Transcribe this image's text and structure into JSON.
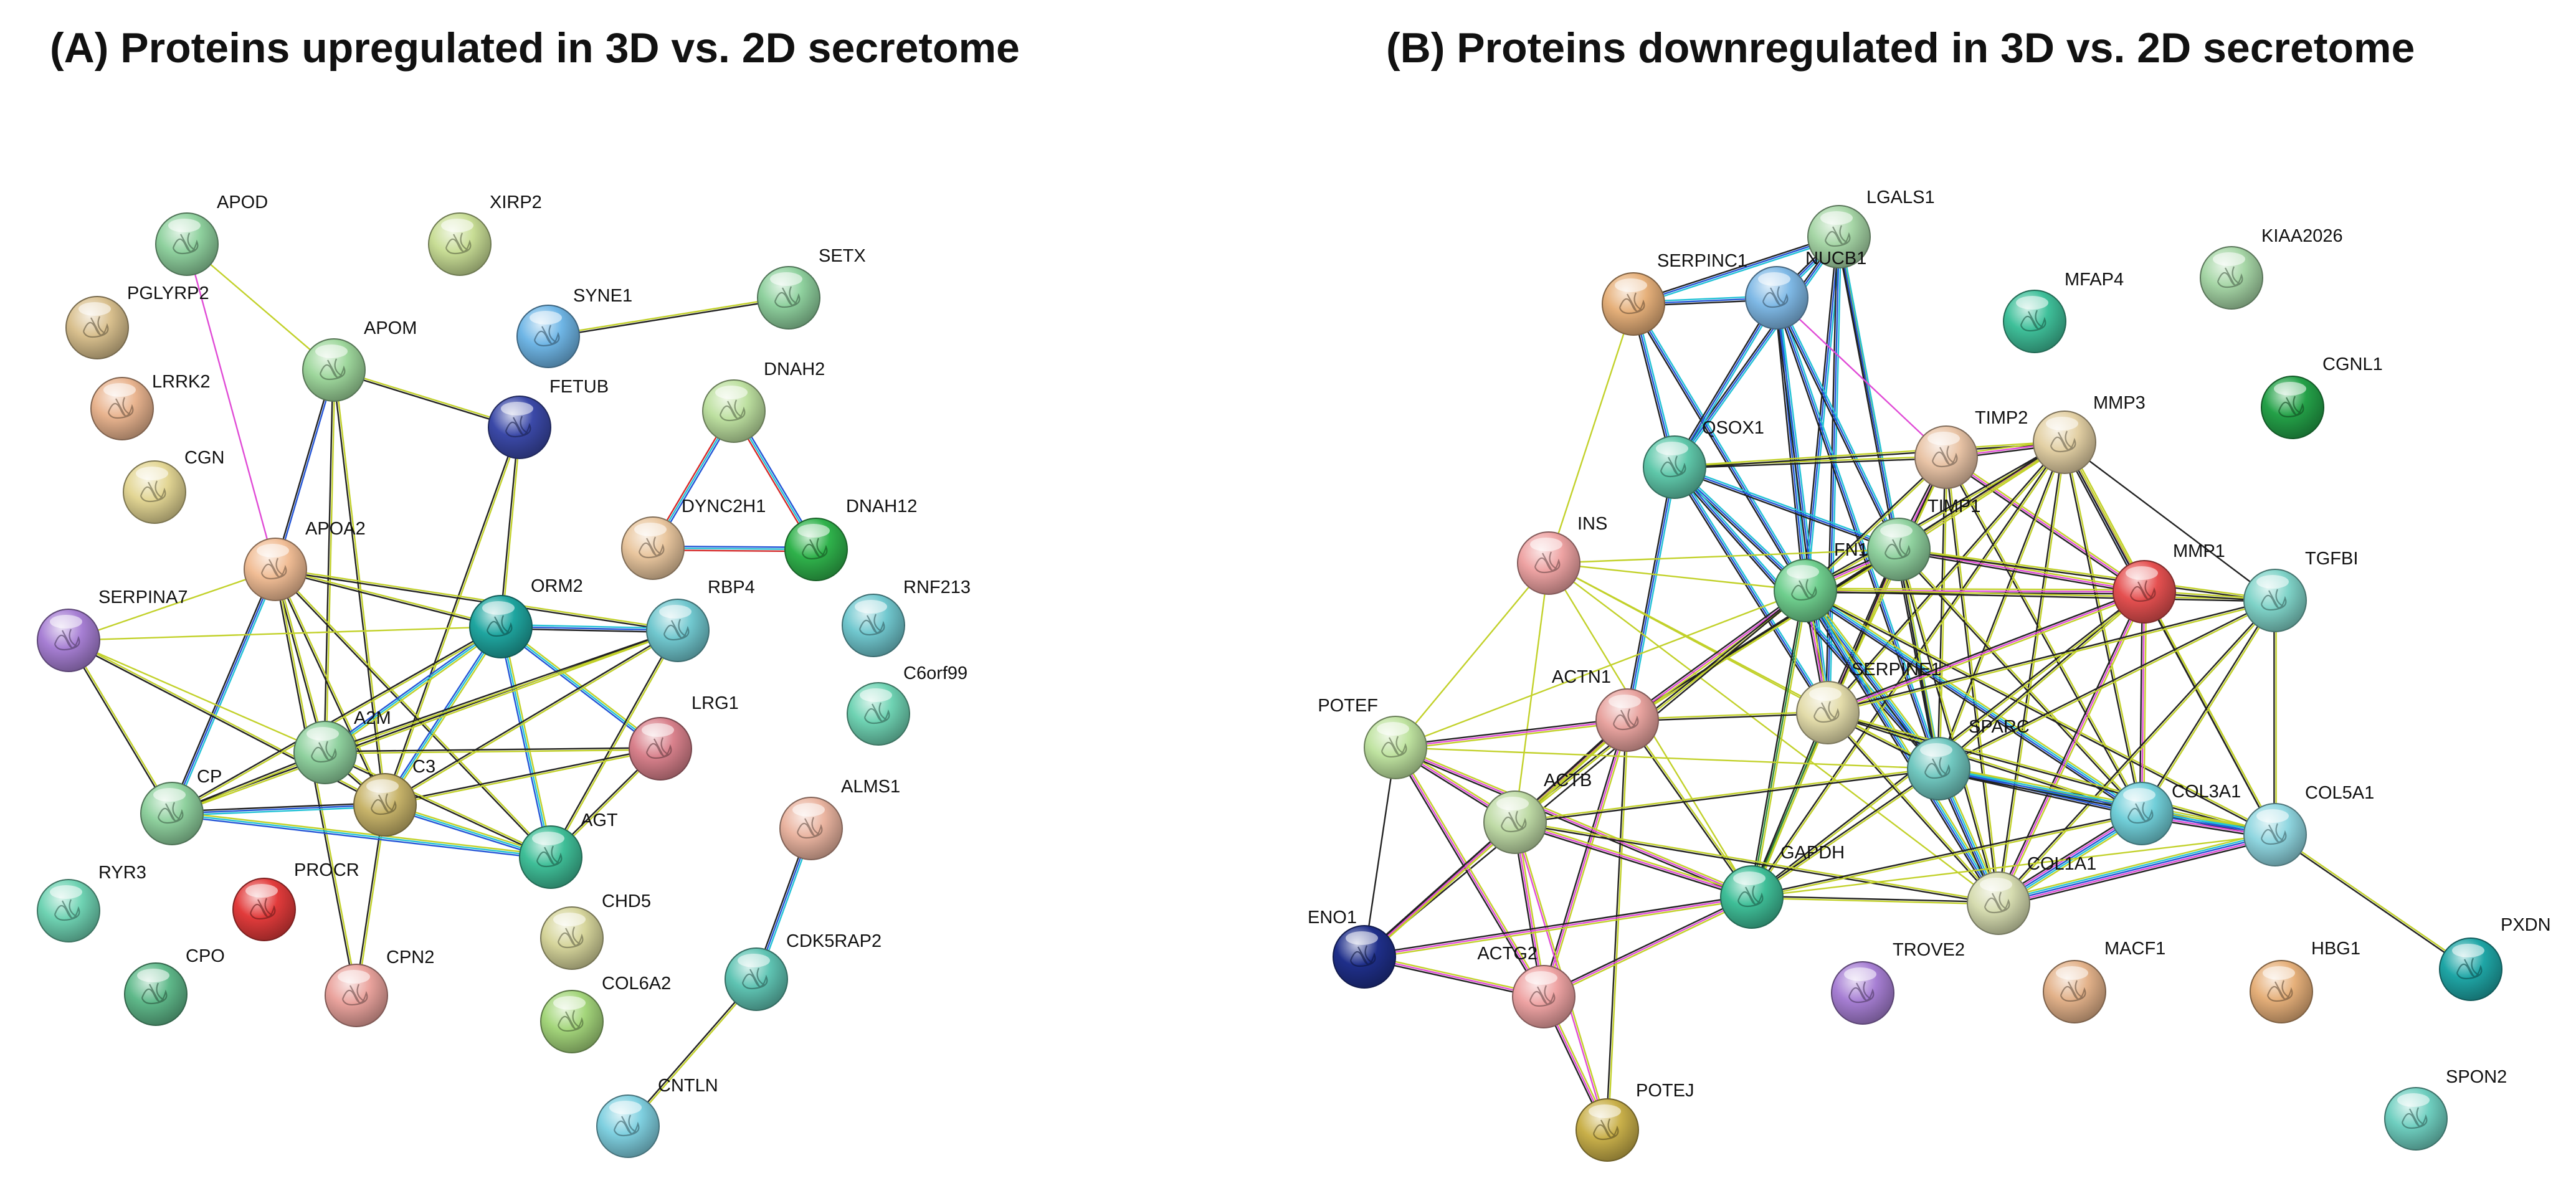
{
  "panels": [
    {
      "id": "A",
      "title": "(A) Proteins upregulated in 3D vs. 2D secretome",
      "nodes": [
        {
          "name": "APOD",
          "color": "#8fd19e"
        },
        {
          "name": "XIRP2",
          "color": "#c8dd95"
        },
        {
          "name": "SETX",
          "color": "#8fd19e"
        },
        {
          "name": "PGLYRP2",
          "color": "#d9c08e"
        },
        {
          "name": "SYNE1",
          "color": "#6fb6e6"
        },
        {
          "name": "APOM",
          "color": "#9ed79c"
        },
        {
          "name": "DNAH2",
          "color": "#bde0a0"
        },
        {
          "name": "LRRK2",
          "color": "#e9b48f"
        },
        {
          "name": "FETUB",
          "color": "#3b49a8"
        },
        {
          "name": "CGN",
          "color": "#e3d694"
        },
        {
          "name": "DYNC2H1",
          "color": "#e9c69e"
        },
        {
          "name": "DNAH12",
          "color": "#2fb24b"
        },
        {
          "name": "APOA2",
          "color": "#f1bd95"
        },
        {
          "name": "SERPINA7",
          "color": "#a77fd4"
        },
        {
          "name": "ORM2",
          "color": "#1fa6a0"
        },
        {
          "name": "RBP4",
          "color": "#71c8cf"
        },
        {
          "name": "RNF213",
          "color": "#71c8cf"
        },
        {
          "name": "C6orf99",
          "color": "#6fd3b3"
        },
        {
          "name": "LRG1",
          "color": "#d9818c"
        },
        {
          "name": "A2M",
          "color": "#8fd19e"
        },
        {
          "name": "C3",
          "color": "#c8b46a"
        },
        {
          "name": "CP",
          "color": "#8fd19e"
        },
        {
          "name": "AGT",
          "color": "#3fbf98"
        },
        {
          "name": "ALMS1",
          "color": "#eab4a0"
        },
        {
          "name": "RYR3",
          "color": "#6fd3b3"
        },
        {
          "name": "PROCR",
          "color": "#e23b3b"
        },
        {
          "name": "CPN2",
          "color": "#eaa39d"
        },
        {
          "name": "CHD5",
          "color": "#d6d59b"
        },
        {
          "name": "CDK5RAP2",
          "color": "#5fc4b3"
        },
        {
          "name": "CPO",
          "color": "#5fb98a"
        },
        {
          "name": "COL6A2",
          "color": "#a4d67b"
        },
        {
          "name": "CNTLN",
          "color": "#7fd0e0"
        }
      ]
    },
    {
      "id": "B",
      "title": "(B) Proteins downregulated in 3D vs. 2D secretome",
      "nodes": [
        {
          "name": "LGALS1",
          "color": "#a6d6a6"
        },
        {
          "name": "SERPINC1",
          "color": "#e6b07a"
        },
        {
          "name": "NUCB1",
          "color": "#7fb9e6"
        },
        {
          "name": "KIAA2026",
          "color": "#a6d6a6"
        },
        {
          "name": "MFAP4",
          "color": "#3fc09a"
        },
        {
          "name": "CGNL1",
          "color": "#24a148"
        },
        {
          "name": "QSOX1",
          "color": "#5fc8aa"
        },
        {
          "name": "TIMP2",
          "color": "#e9c4a6"
        },
        {
          "name": "MMP3",
          "color": "#e3d0a4"
        },
        {
          "name": "INS",
          "color": "#eea3a3"
        },
        {
          "name": "TIMP1",
          "color": "#8fd19e"
        },
        {
          "name": "FN1",
          "color": "#6fcf8e"
        },
        {
          "name": "MMP1",
          "color": "#e55050"
        },
        {
          "name": "TGFBI",
          "color": "#7fd3c8"
        },
        {
          "name": "ACTN1",
          "color": "#e8a39f"
        },
        {
          "name": "SERPINE1",
          "color": "#e3dcaa"
        },
        {
          "name": "POTEF",
          "color": "#bfe3a0"
        },
        {
          "name": "SPARC",
          "color": "#71c8c0"
        },
        {
          "name": "ACTB",
          "color": "#bfdba6"
        },
        {
          "name": "COL3A1",
          "color": "#71cfd9"
        },
        {
          "name": "COL5A1",
          "color": "#8fd6e0"
        },
        {
          "name": "GAPDH",
          "color": "#3fbf98"
        },
        {
          "name": "COL1A1",
          "color": "#d6dcb0"
        },
        {
          "name": "ENO1",
          "color": "#1f2f8a"
        },
        {
          "name": "ACTG2",
          "color": "#eea3a3"
        },
        {
          "name": "TROVE2",
          "color": "#a77fd4"
        },
        {
          "name": "MACF1",
          "color": "#e3b28a"
        },
        {
          "name": "HBG1",
          "color": "#e6b07a"
        },
        {
          "name": "PXDN",
          "color": "#1fa6a6"
        },
        {
          "name": "POTEJ",
          "color": "#c9b04a"
        },
        {
          "name": "SPON2",
          "color": "#6fcfc0"
        }
      ]
    }
  ]
}
